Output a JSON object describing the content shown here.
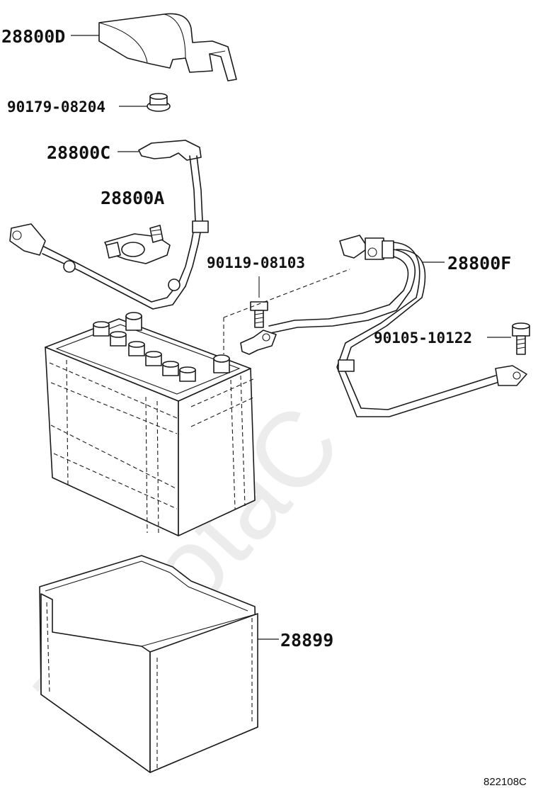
{
  "watermark": "ToyotaC",
  "figure_code": "822108C",
  "parts": {
    "cover": "28800D",
    "nut": "90179-08204",
    "neg_cable": "28800C",
    "terminal": "28800A",
    "bolt_left": "90119-08103",
    "pos_cable": "28800F",
    "bolt_right": "90105-10122",
    "tray": "28899"
  }
}
